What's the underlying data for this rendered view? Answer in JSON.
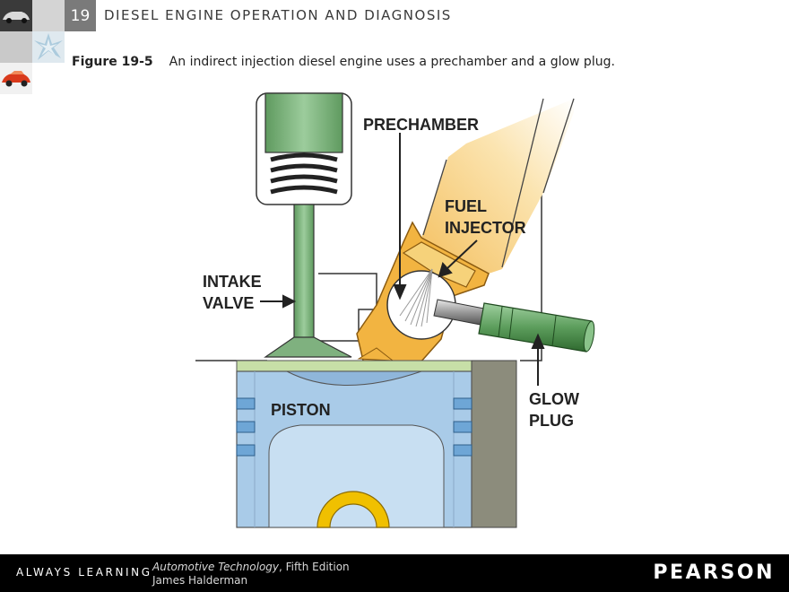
{
  "header": {
    "chapter_number": "19",
    "chapter_title": "DIESEL ENGINE OPERATION AND DIAGNOSIS"
  },
  "caption": {
    "figure_number": "Figure 19-5",
    "text": "An indirect injection diesel engine uses a prechamber and a glow plug."
  },
  "diagram": {
    "labels": {
      "prechamber": "PRECHAMBER",
      "fuel": "FUEL",
      "injector": "INJECTOR",
      "intake": "INTAKE",
      "valve": "VALVE",
      "piston": "PISTON",
      "glow": "GLOW",
      "plug": "PLUG"
    },
    "colors": {
      "valve_green": "#7fb17f",
      "injector_orange": "#f4c060",
      "head_green": "#c7dfa7",
      "piston_blue": "#a9cbe8",
      "cylinder_wall": "#8c8c7c",
      "wrist_pin": "#f0c000"
    }
  },
  "footer": {
    "tagline": "ALWAYS LEARNING",
    "book_title": "Automotive Technology",
    "book_edition": ", Fifth Edition",
    "author": "James Halderman",
    "publisher": "PEARSON"
  }
}
